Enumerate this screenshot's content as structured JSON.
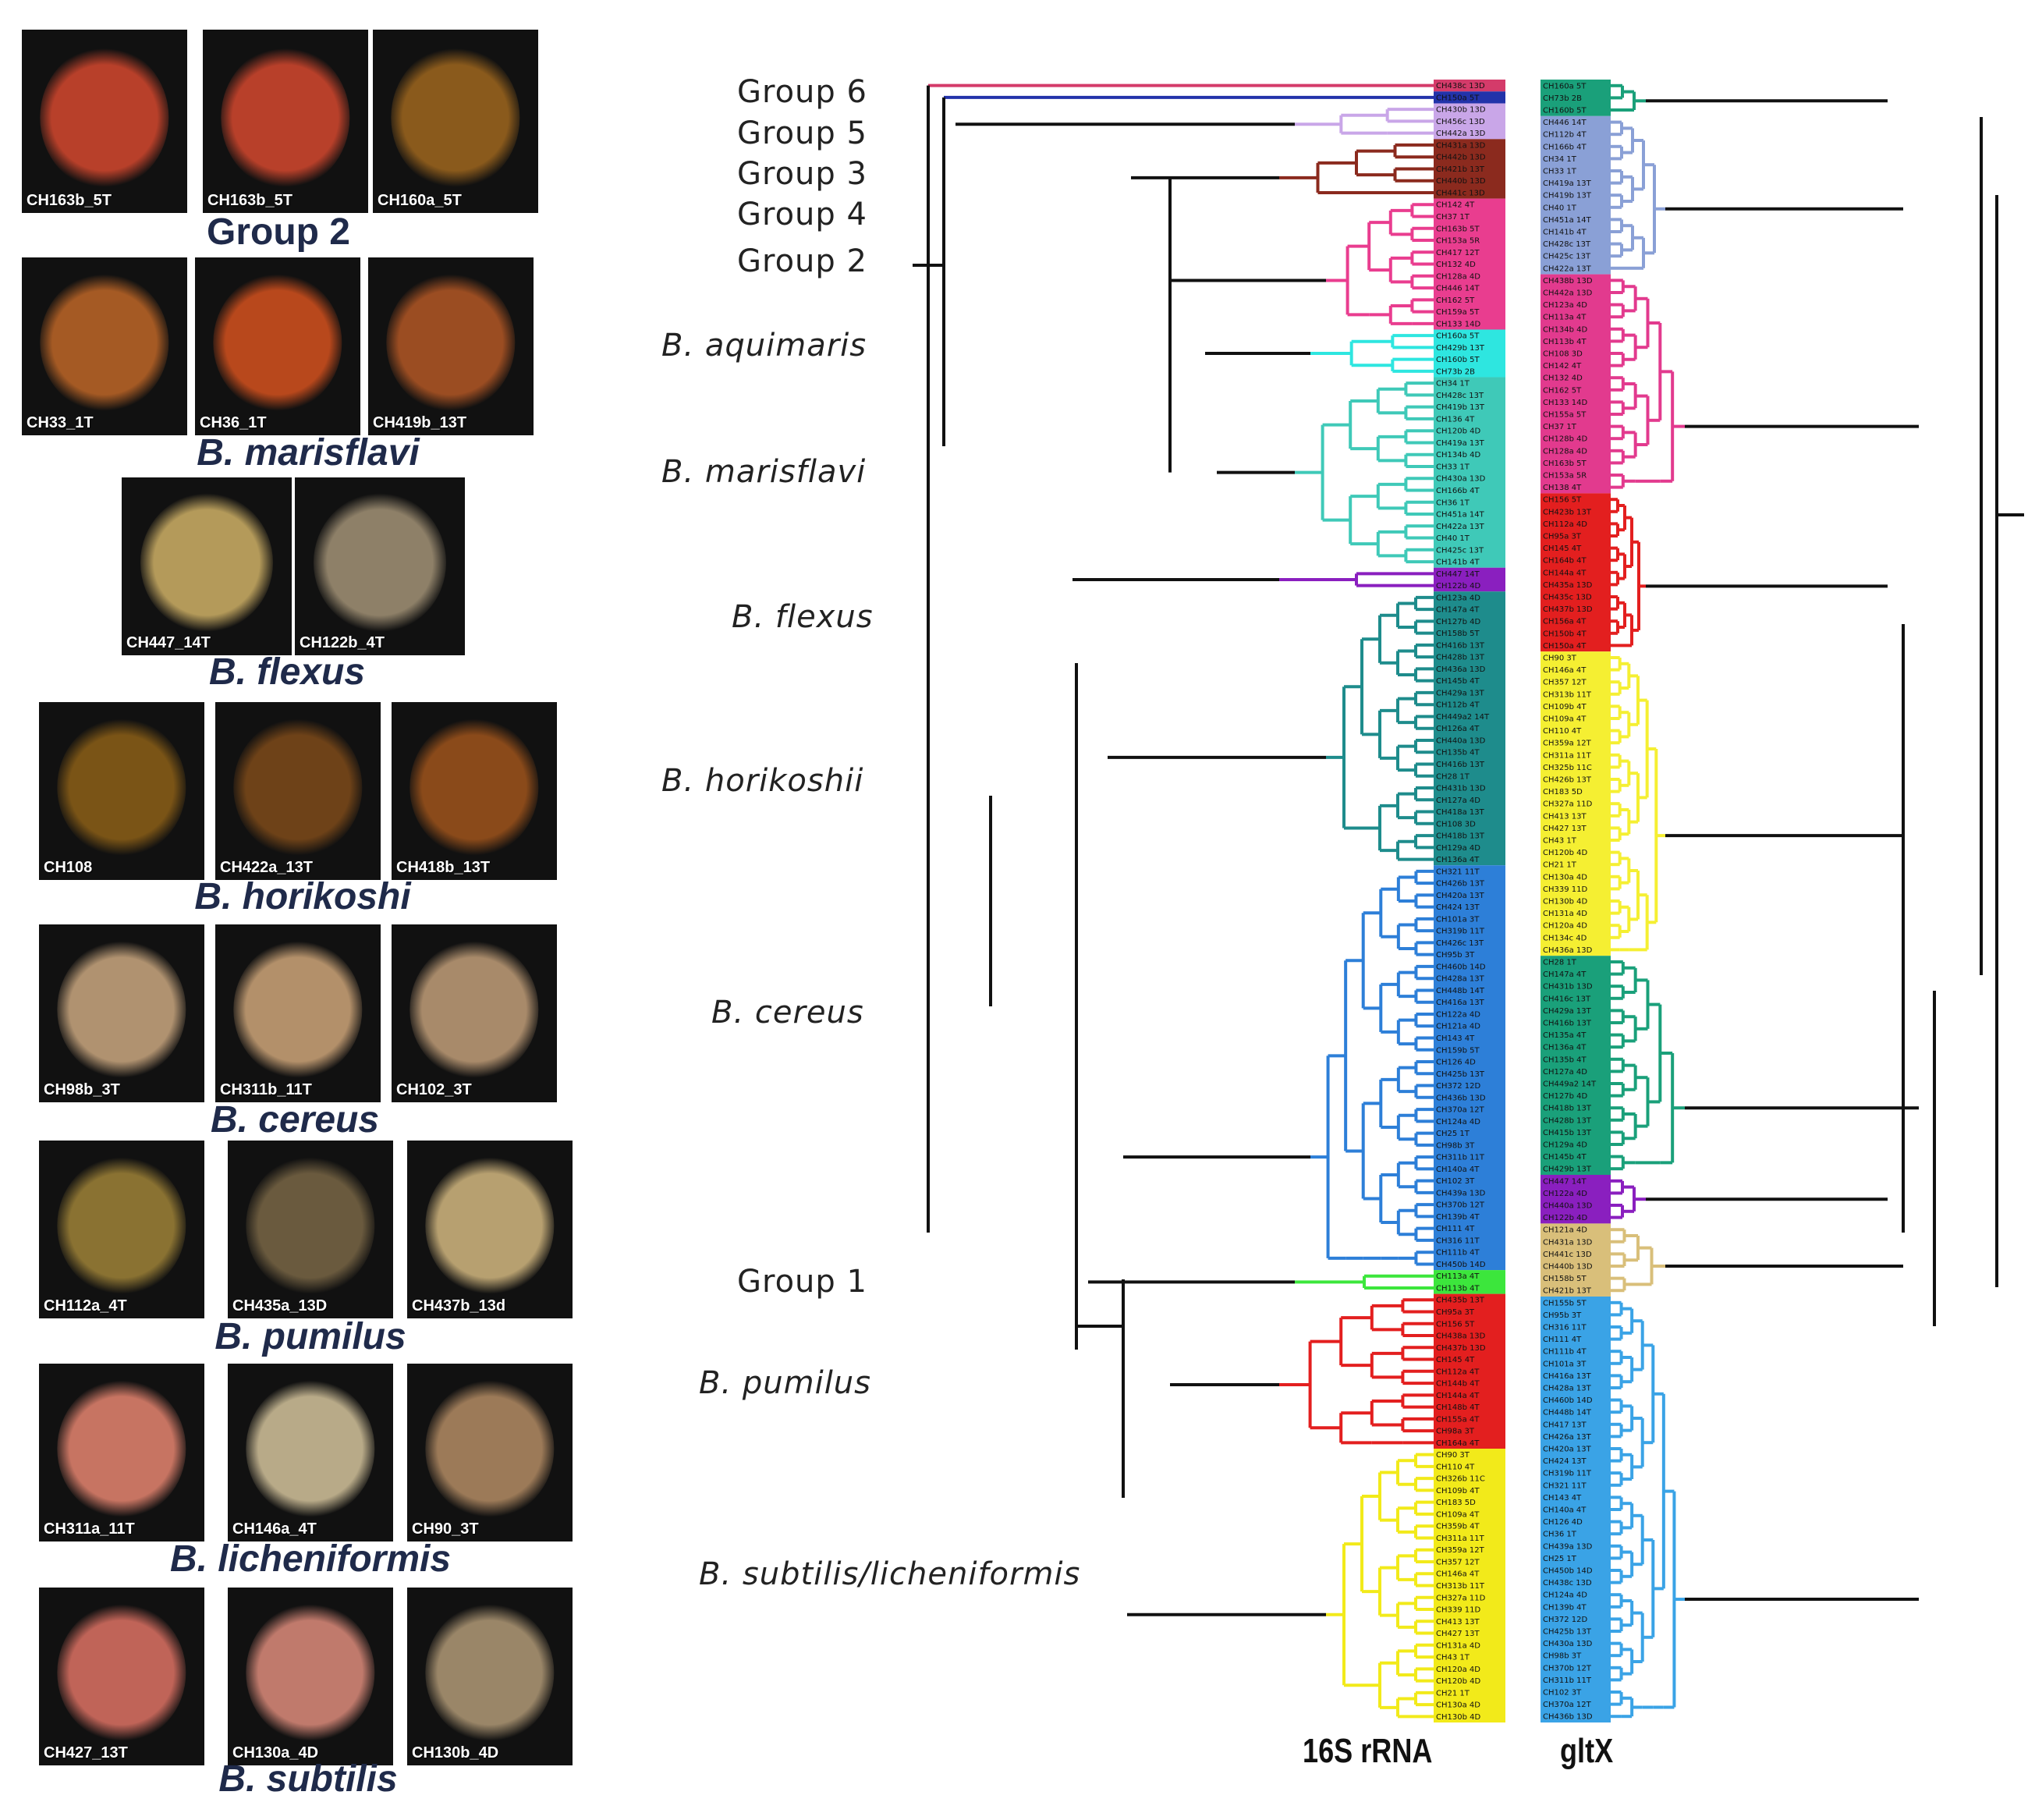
{
  "colors": {
    "group6": "#d43b6a",
    "group5": "#2233aa",
    "group3": "#c9a6e8",
    "group4": "#8b2a1e",
    "group2": "#e93d8f",
    "aquimaris": "#2ee6e0",
    "marisflavi": "#3fc9b8",
    "flexus": "#8a1fbf",
    "horikoshii": "#1e8c8c",
    "cereus": "#2d7fd8",
    "group1": "#3ce63c",
    "pumilus": "#e31f1f",
    "subtilis": "#f2ea1a",
    "glt_yellow": "#f5ef32",
    "glt_teal": "#1aa07a",
    "glt_blue": "#3aa3e6",
    "glt_tan": "#d9bf7a",
    "glt_pink": "#e23a8e",
    "glt_lav": "#8aa0d6"
  },
  "photo_panels": [
    {
      "label": "Group 2",
      "upright": true,
      "photos": [
        {
          "caption": "CH163b_5T",
          "colony": "#b8402a"
        },
        {
          "caption": "CH163b_5T",
          "colony": "#b8402a"
        },
        {
          "caption": "CH160a_5T",
          "colony": "#8a5a1c"
        }
      ]
    },
    {
      "label": "B. marisflavi",
      "upright": false,
      "photos": [
        {
          "caption": "CH33_1T",
          "colony": "#a55a24"
        },
        {
          "caption": "CH36_1T",
          "colony": "#b8481c"
        },
        {
          "caption": "CH419b_13T",
          "colony": "#9b4d22"
        }
      ]
    },
    {
      "label": "B. flexus",
      "upright": false,
      "photos": [
        {
          "caption": "CH447_14T",
          "colony": "#b49a5a"
        },
        {
          "caption": "CH122b_4T",
          "colony": "#8e8068"
        }
      ]
    },
    {
      "label": "B. horikoshi",
      "upright": false,
      "photos": [
        {
          "caption": "CH108",
          "colony": "#7a5416"
        },
        {
          "caption": "CH422a_13T",
          "colony": "#6e4218"
        },
        {
          "caption": "CH418b_13T",
          "colony": "#8a4a1a"
        }
      ]
    },
    {
      "label": "B. cereus",
      "upright": false,
      "photos": [
        {
          "caption": "CH98b_3T",
          "colony": "#b09270"
        },
        {
          "caption": "CH311b_11T",
          "colony": "#b3906a"
        },
        {
          "caption": "CH102_3T",
          "colony": "#a88a6a"
        }
      ]
    },
    {
      "label": "B. pumilus",
      "upright": false,
      "photos": [
        {
          "caption": "CH112a_4T",
          "colony": "#8a7232"
        },
        {
          "caption": "CH435a_13D",
          "colony": "#6a5a3e"
        },
        {
          "caption": "CH437b_13d",
          "colony": "#b7a070"
        }
      ]
    },
    {
      "label": "B. licheniformis",
      "upright": false,
      "photos": [
        {
          "caption": "CH311a_11T",
          "colony": "#c77462"
        },
        {
          "caption": "CH146a_4T",
          "colony": "#b8aa88"
        },
        {
          "caption": "CH90_3T",
          "colony": "#9c7a58"
        }
      ]
    },
    {
      "label": "B. subtilis",
      "upright": false,
      "photos": [
        {
          "caption": "CH427_13T",
          "colony": "#c06458"
        },
        {
          "caption": "CH130a_4D",
          "colony": "#c07a6c"
        },
        {
          "caption": "CH130b_4D",
          "colony": "#9a8668"
        }
      ]
    }
  ],
  "clade_labels": [
    {
      "text": "Group 6",
      "italic": false
    },
    {
      "text": "Group 5",
      "italic": false
    },
    {
      "text": "Group 3",
      "italic": false
    },
    {
      "text": "Group 4",
      "italic": false
    },
    {
      "text": "Group 2",
      "italic": false
    },
    {
      "text": "B. aquimaris",
      "italic": true
    },
    {
      "text": "B. marisflavi",
      "italic": true
    },
    {
      "text": "B. flexus",
      "italic": true
    },
    {
      "text": "B. horikoshii",
      "italic": true
    },
    {
      "text": "B. cereus",
      "italic": true
    },
    {
      "text": "Group 1",
      "italic": false
    },
    {
      "text": "B. pumilus",
      "italic": true
    },
    {
      "text": "B. subtilis/licheniformis",
      "italic": true
    }
  ],
  "axis_labels": {
    "left": "16S rRNA",
    "right": "gltX"
  },
  "tree16s_clades": [
    {
      "group": "group6",
      "tips": [
        "CH438c 13D"
      ]
    },
    {
      "group": "group5",
      "tips": [
        "CH150a 5T"
      ]
    },
    {
      "group": "group3",
      "tips": [
        "CH430b 13D",
        "CH456c 13D",
        "CH442a 13D"
      ]
    },
    {
      "group": "group4",
      "tips": [
        "CH431a 13D",
        "CH442b 13D",
        "CH421b 13T",
        "CH440b 13D",
        "CH441c 13D"
      ]
    },
    {
      "group": "group2",
      "tips": [
        "CH142 4T",
        "CH37 1T",
        "CH163b 5T",
        "CH153a 5R",
        "CH417 12T",
        "CH132 4D",
        "CH128a 4D",
        "CH446 14T",
        "CH162 5T",
        "CH159a 5T",
        "CH133 14D"
      ]
    },
    {
      "group": "aquimaris",
      "tips": [
        "CH160a 5T",
        "CH429b 13T",
        "CH160b 5T",
        "CH73b 2B"
      ]
    },
    {
      "group": "marisflavi",
      "tips": [
        "CH34 1T",
        "CH428c 13T",
        "CH419b 13T",
        "CH136 4T",
        "CH120b 4D",
        "CH419a 13T",
        "CH134b 4D",
        "CH33 1T",
        "CH430a 13D",
        "CH166b 4T",
        "CH36 1T",
        "CH451a 14T",
        "CH422a 13T",
        "CH40 1T",
        "CH425c 13T",
        "CH141b 4T"
      ]
    },
    {
      "group": "flexus",
      "tips": [
        "CH447 14T",
        "CH122b 4D"
      ]
    },
    {
      "group": "horikoshii",
      "tips": [
        "CH123a 4D",
        "CH147a 4T",
        "CH127b 4D",
        "CH158b 5T",
        "CH416b 13T",
        "CH428b 13T",
        "CH436a 13D",
        "CH145b 4T",
        "CH429a 13T",
        "CH112b 4T",
        "CH449a2 14T",
        "CH126a 4T",
        "CH440a 13D",
        "CH135b 4T",
        "CH416b 13T",
        "CH28 1T",
        "CH431b 13D",
        "CH127a 4D",
        "CH418a 13T",
        "CH108 3D",
        "CH418b 13T",
        "CH129a 4D",
        "CH136a 4T"
      ]
    },
    {
      "group": "cereus",
      "tips": [
        "CH321 11T",
        "CH426b 13T",
        "CH420a 13T",
        "CH424 13T",
        "CH101a 3T",
        "CH319b 11T",
        "CH426c 13T",
        "CH95b 3T",
        "CH460b 14D",
        "CH428a 13T",
        "CH448b 14T",
        "CH416a 13T",
        "CH122a 4D",
        "CH121a 4D",
        "CH143 4T",
        "CH159b 5T",
        "CH126 4D",
        "CH425b 13T",
        "CH372 12D",
        "CH436b 13D",
        "CH370a 12T",
        "CH124a 4D",
        "CH25 1T",
        "CH98b 3T",
        "CH311b 11T",
        "CH140a 4T",
        "CH102 3T",
        "CH439a 13D",
        "CH370b 12T",
        "CH139b 4T",
        "CH111 4T",
        "CH316 11T",
        "CH111b 4T",
        "CH450b 14D"
      ]
    },
    {
      "group": "group1",
      "tips": [
        "CH113a 4T",
        "CH113b 4T"
      ]
    },
    {
      "group": "pumilus",
      "tips": [
        "CH435b 13T",
        "CH95a 3T",
        "CH156 5T",
        "CH438a 13D",
        "CH437b 13D",
        "CH145 4T",
        "CH112a 4T",
        "CH144b 4T",
        "CH144a 4T",
        "CH148b 4T",
        "CH155a 4T",
        "CH98a 3T",
        "CH164a 4T"
      ]
    },
    {
      "group": "subtilis",
      "tips": [
        "CH90 3T",
        "CH110 4T",
        "CH326b 11C",
        "CH109b 4T",
        "CH183 5D",
        "CH109a 4T",
        "CH359b 4T",
        "CH311a 11T",
        "CH359a 12T",
        "CH357 12T",
        "CH146a 4T",
        "CH313b 11T",
        "CH327a 11D",
        "CH339 11D",
        "CH413 13T",
        "CH427 13T",
        "CH131a 4D",
        "CH43 1T",
        "CH120a 4D",
        "CH120b 4D",
        "CH21 1T",
        "CH130a 4D",
        "CH130b 4D"
      ]
    }
  ],
  "treeglt_clades": [
    {
      "group": "glt_teal",
      "tips": [
        "CH160a 5T",
        "CH73b 2B",
        "CH160b 5T"
      ]
    },
    {
      "group": "glt_lav",
      "tips": [
        "CH446 14T",
        "CH112b 4T",
        "CH166b 4T",
        "CH34 1T",
        "CH33 1T",
        "CH419a 13T",
        "CH419b 13T",
        "CH40 1T",
        "CH451a 14T",
        "CH141b 4T",
        "CH428c 13T",
        "CH425c 13T",
        "CH422a 13T"
      ]
    },
    {
      "group": "glt_pink",
      "tips": [
        "CH438b 13D",
        "CH442a 13D",
        "CH123a 4D",
        "CH113a 4T",
        "CH134b 4D",
        "CH113b 4T",
        "CH108 3D",
        "CH142 4T",
        "CH132 4D",
        "CH162 5T",
        "CH133 14D",
        "CH155a 5T",
        "CH37 1T",
        "CH128b 4D",
        "CH128a 4D",
        "CH163b 5T",
        "CH153a 5R",
        "CH138 4T"
      ]
    },
    {
      "group": "pumilus",
      "tips": [
        "CH156 5T",
        "CH423b 13T",
        "CH112a 4D",
        "CH95a 3T",
        "CH145 4T",
        "CH164b 4T",
        "CH144a 4T",
        "CH435a 13D",
        "CH435c 13D",
        "CH437b 13D",
        "CH156a 4T",
        "CH150b 4T",
        "CH150a 4T"
      ]
    },
    {
      "group": "glt_yellow",
      "tips": [
        "CH90 3T",
        "CH146a 4T",
        "CH357 12T",
        "CH313b 11T",
        "CH109b 4T",
        "CH109a 4T",
        "CH110 4T",
        "CH359a 12T",
        "CH311a 11T",
        "CH325b 11C",
        "CH426b 13T",
        "CH183 5D",
        "CH327a 11D",
        "CH413 13T",
        "CH427 13T",
        "CH43 1T",
        "CH120b 4D",
        "CH21 1T",
        "CH130a 4D",
        "CH339 11D",
        "CH130b 4D",
        "CH131a 4D",
        "CH120a 4D",
        "CH134c 4D",
        "CH436a 13D"
      ]
    },
    {
      "group": "glt_teal",
      "tips": [
        "CH28 1T",
        "CH147a 4T",
        "CH431b 13D",
        "CH416c 13T",
        "CH429a 13T",
        "CH416b 13T",
        "CH135a 4T",
        "CH136a 4T",
        "CH135b 4T",
        "CH127a 4D",
        "CH449a2 14T",
        "CH127b 4D",
        "CH418b 13T",
        "CH428b 13T",
        "CH415b 13T",
        "CH129a 4D",
        "CH145b 4T",
        "CH429b 13T"
      ]
    },
    {
      "group": "flexus",
      "tips": [
        "CH447 14T",
        "CH122a 4D",
        "CH440a 13D",
        "CH122b 4D"
      ]
    },
    {
      "group": "glt_tan",
      "tips": [
        "CH121a 4D",
        "CH431a 13D",
        "CH441c 13D",
        "CH440b 13D",
        "CH158b 5T",
        "CH421b 13T"
      ]
    },
    {
      "group": "glt_blue",
      "tips": [
        "CH155b 5T",
        "CH95b 3T",
        "CH316 11T",
        "CH111 4T",
        "CH111b 4T",
        "CH101a 3T",
        "CH416a 13T",
        "CH428a 13T",
        "CH460b 14D",
        "CH448b 14T",
        "CH417 13T",
        "CH426a 13T",
        "CH420a 13T",
        "CH424 13T",
        "CH319b 11T",
        "CH321 11T",
        "CH143 4T",
        "CH140a 4T",
        "CH126 4D",
        "CH36 1T",
        "CH439a 13D",
        "CH25 1T",
        "CH450b 14D",
        "CH438c 13D",
        "CH124a 4D",
        "CH139b 4T",
        "CH372 12D",
        "CH425b 13T",
        "CH430a 13D",
        "CH98b 3T",
        "CH370b 12T",
        "CH311b 11T",
        "CH102 3T",
        "CH370a 12T",
        "CH436b 13D"
      ]
    }
  ]
}
